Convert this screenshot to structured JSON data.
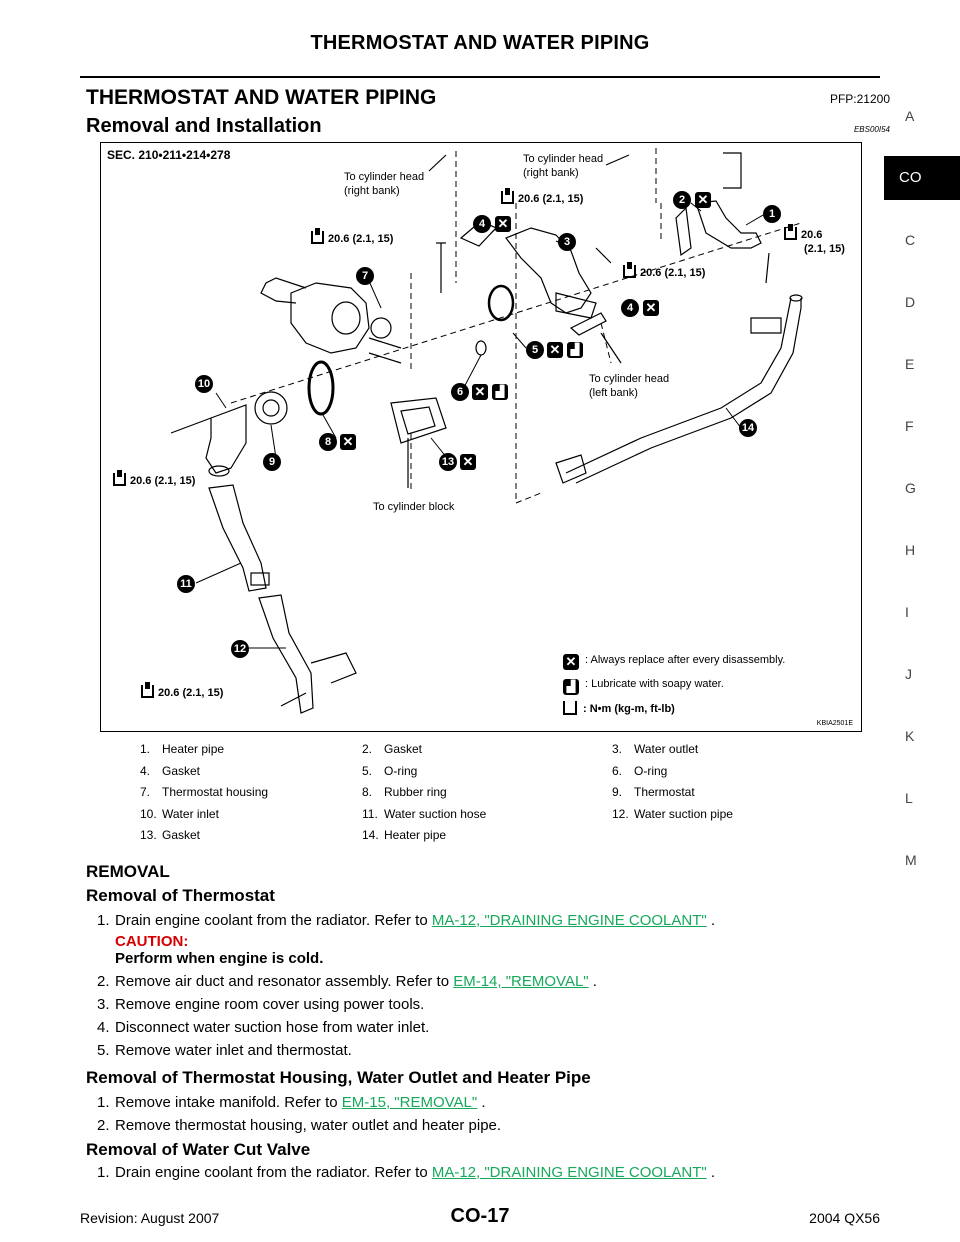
{
  "header": {
    "running_title": "THERMOSTAT AND WATER PIPING"
  },
  "section": {
    "title": "THERMOSTAT AND WATER PIPING",
    "pfp": "PFP:21200",
    "subtitle": "Removal and Installation",
    "ebs": "EBS00I54"
  },
  "figure": {
    "sec": "SEC. 210•211•214•278",
    "labels": {
      "to_cyl_head_right_1": "To cylinder head",
      "to_cyl_head_right_1b": "(right bank)",
      "to_cyl_head_right_2": "To cylinder head",
      "to_cyl_head_right_2b": "(right bank)",
      "to_cyl_head_left": "To cylinder head",
      "to_cyl_head_left_b": "(left bank)",
      "to_cyl_block": "To cylinder block"
    },
    "torques": {
      "t1": "20.6 (2.1, 15)",
      "t2": "20.6 (2.1, 15)",
      "t3": "20.6 (2.1, 15)",
      "t4a": "20.6",
      "t4b": "(2.1, 15)",
      "t5": "20.6 (2.1, 15)",
      "t6": "20.6 (2.1, 15)"
    },
    "callouts": [
      "1",
      "2",
      "3",
      "4",
      "4",
      "5",
      "6",
      "7",
      "8",
      "9",
      "10",
      "11",
      "12",
      "13",
      "14"
    ],
    "legend": {
      "replace": ": Always replace after every disassembly.",
      "lubricate": ": Lubricate with soapy water.",
      "torque": ": N•m (kg-m, ft-lb)"
    },
    "code": "KBIA2501E"
  },
  "parts": [
    [
      {
        "n": "1.",
        "t": "Heater pipe"
      },
      {
        "n": "2.",
        "t": "Gasket"
      },
      {
        "n": "3.",
        "t": "Water outlet"
      }
    ],
    [
      {
        "n": "4.",
        "t": "Gasket"
      },
      {
        "n": "5.",
        "t": "O-ring"
      },
      {
        "n": "6.",
        "t": "O-ring"
      }
    ],
    [
      {
        "n": "7.",
        "t": "Thermostat housing"
      },
      {
        "n": "8.",
        "t": "Rubber ring"
      },
      {
        "n": "9.",
        "t": "Thermostat"
      }
    ],
    [
      {
        "n": "10.",
        "t": "Water inlet"
      },
      {
        "n": "11.",
        "t": "Water suction hose"
      },
      {
        "n": "12.",
        "t": "Water suction pipe"
      }
    ],
    [
      {
        "n": "13.",
        "t": "Gasket"
      },
      {
        "n": "14.",
        "t": "Heater pipe"
      },
      {
        "n": "",
        "t": ""
      }
    ]
  ],
  "removal": {
    "heading": "REMOVAL",
    "thermostat": {
      "heading": "Removal of Thermostat",
      "step1_pre": "Drain engine coolant from the radiator. Refer to ",
      "step1_link": "MA-12, \"DRAINING ENGINE COOLANT\"",
      "step1_post": " .",
      "caution_label": "CAUTION:",
      "caution_text": "Perform when engine is cold.",
      "step2_pre": "Remove air duct and resonator assembly. Refer to ",
      "step2_link": "EM-14, \"REMOVAL\"",
      "step2_post": " .",
      "step3": "Remove engine room cover using power tools.",
      "step4": "Disconnect water suction hose from water inlet.",
      "step5": "Remove water inlet and thermostat."
    },
    "housing": {
      "heading": "Removal of Thermostat Housing, Water Outlet and Heater Pipe",
      "step1_pre": "Remove intake manifold. Refer to ",
      "step1_link": "EM-15, \"REMOVAL\"",
      "step1_post": " .",
      "step2": "Remove thermostat housing, water outlet and heater pipe."
    },
    "cutvalve": {
      "heading": "Removal of Water Cut Valve",
      "step1_pre": "Drain engine coolant from the radiator. Refer to ",
      "step1_link": "MA-12, \"DRAINING ENGINE COOLANT\"",
      "step1_post": " ."
    }
  },
  "sidetabs": [
    "A",
    "CO",
    "C",
    "D",
    "E",
    "F",
    "G",
    "H",
    "I",
    "J",
    "K",
    "L",
    "M"
  ],
  "footer": {
    "left": "Revision: August 2007",
    "center": "CO-17",
    "right": "2004 QX56"
  }
}
